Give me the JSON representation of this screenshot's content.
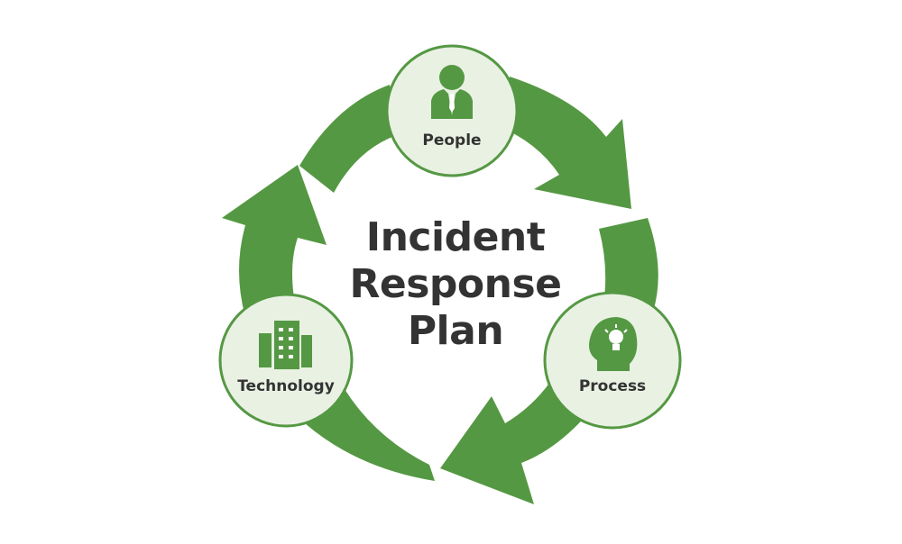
{
  "title": {
    "line1": "Incident",
    "line2": "Response",
    "line3": "Plan"
  },
  "nodes": [
    {
      "id": "people",
      "label": "People",
      "icon": "person-icon"
    },
    {
      "id": "process",
      "label": "Process",
      "icon": "head-lightbulb-icon"
    },
    {
      "id": "technology",
      "label": "Technology",
      "icon": "buildings-icon"
    }
  ],
  "colors": {
    "arrow": "#559843",
    "node_fill": "#e9f1e3",
    "node_border": "#559843",
    "icon": "#559843",
    "text": "#333333"
  }
}
